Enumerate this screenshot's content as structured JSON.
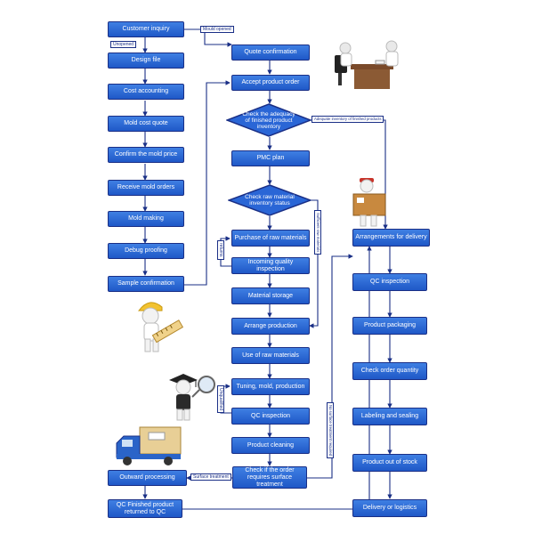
{
  "left_column": {
    "customer_inquiry": "Customer inquiry",
    "design_file": "Design file",
    "cost_accounting": "Cost accounting",
    "mold_cost_quote": "Mold cost quote",
    "confirm_mold_price": "Confirm the mold price",
    "receive_mold_orders": "Receive mold orders",
    "mold_making": "Mold making",
    "debug_proofing": "Debug proofing",
    "sample_confirmation": "Sample confirmation",
    "outward_processing": "Outward processing",
    "qc_finished_product": "QC Finished product returned to QC"
  },
  "center_column": {
    "quote_confirmation": "Quote confirmation",
    "accept_product_order": "Accept product order",
    "check_finished_inventory": "Check the adequacy of finished product inventory",
    "pmc_plan": "PMC plan",
    "check_raw_inventory": "Check raw material inventory status",
    "purchase_raw_materials": "Purchase of raw materials",
    "incoming_quality_inspection": "Incoming quality inspection",
    "material_storage": "Material storage",
    "arrange_production": "Arrange production",
    "use_raw_materials": "Use of raw materials",
    "tuning_mold_production": "Tuning, mold, production",
    "qc_inspection": "QC inspection",
    "product_cleaning": "Product cleaning",
    "check_surface_treatment": "Check if the order requires surface treatment"
  },
  "right_column": {
    "arrangements_for_delivery": "Arrangements for delivery",
    "qc_inspection": "QC inspection",
    "product_packaging": "Product packaging",
    "check_order_quantity": "Check order quantity",
    "labeling_and_sealing": "Labeling and sealing",
    "product_out_of_stock": "Product out of stock",
    "delivery_or_logistics": "Delivery or logistics"
  },
  "edge_labels": {
    "mould_opened": "Mould opened",
    "unopened": "Unopened",
    "adequate_inventory": "Adequate inventory of finished products",
    "sufficient_raw_materials": "Sufficient raw materials",
    "returns": "returns",
    "unqualified": "Unqualified",
    "no_surface_treatment": "No surface treatment required",
    "surface_treatment": "Surface treatment"
  },
  "colors": {
    "box_fill": "#2a66d6",
    "box_border": "#1a2f86",
    "connector": "#1a2f86",
    "text": "#ffffff"
  },
  "icons": [
    "business-meeting-illustration",
    "engineer-with-ruler-illustration",
    "delivery-person-with-box-illustration",
    "graduate-with-magnifier-illustration",
    "delivery-truck-illustration"
  ]
}
